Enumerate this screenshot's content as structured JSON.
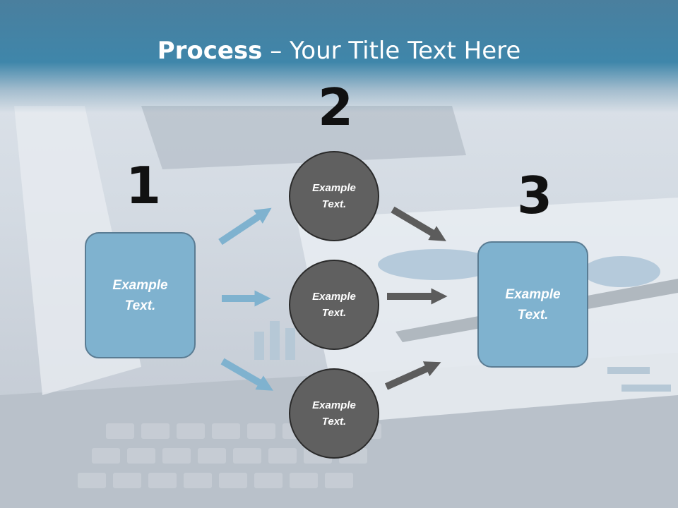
{
  "title": {
    "bold": "Process",
    "rest": " – Your Title Text Here"
  },
  "steps": [
    {
      "number": "1",
      "label": "Example\nText."
    },
    {
      "number": "2"
    },
    {
      "number": "3",
      "label": "Example\nText."
    }
  ],
  "circles": [
    {
      "label": "Example\nText."
    },
    {
      "label": "Example\nText."
    },
    {
      "label": "Example\nText."
    }
  ],
  "colors": {
    "banner": "#3f86aa",
    "box_fill": "#7fb2cf",
    "circle_fill": "#606060",
    "arrow_blue": "#7fb2cf",
    "arrow_gray": "#5c5c5c"
  }
}
